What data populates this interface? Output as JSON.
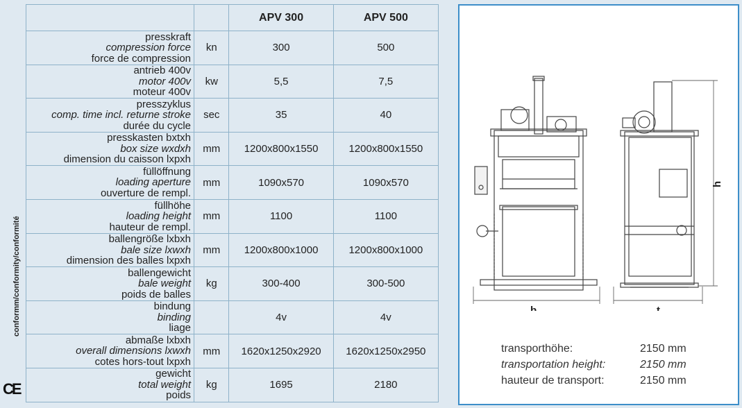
{
  "side": {
    "conformity_text": "conformm/conformity/conformité",
    "ce_mark": "CE"
  },
  "table": {
    "headers": [
      "",
      "",
      "APV 300",
      "APV 500"
    ],
    "rows": [
      {
        "de": "presskraft",
        "en": "compression force",
        "fr": "force de compression",
        "unit": "kn",
        "apv300": "300",
        "apv500": "500"
      },
      {
        "de": "antrieb 400v",
        "en": "motor 400v",
        "fr": "moteur 400v",
        "unit": "kw",
        "apv300": "5,5",
        "apv500": "7,5"
      },
      {
        "de": "presszyklus",
        "en": "comp. time incl. returne stroke",
        "fr": "durée du cycle",
        "unit": "sec",
        "apv300": "35",
        "apv500": "40"
      },
      {
        "de": "presskasten bxtxh",
        "en": "box size wxdxh",
        "fr": "dimension du caisson lxpxh",
        "unit": "mm",
        "apv300": "1200x800x1550",
        "apv500": "1200x800x1550"
      },
      {
        "de": "füllöffnung",
        "en": "loading aperture",
        "fr": "ouverture de rempl.",
        "unit": "mm",
        "apv300": "1090x570",
        "apv500": "1090x570"
      },
      {
        "de": "füllhöhe",
        "en": "loading height",
        "fr": "hauteur de rempl.",
        "unit": "mm",
        "apv300": "1100",
        "apv500": "1100"
      },
      {
        "de": "ballengröße lxbxh",
        "en": "bale size lxwxh",
        "fr": "dimension des balles lxpxh",
        "unit": "mm",
        "apv300": "1200x800x1000",
        "apv500": "1200x800x1000"
      },
      {
        "de": "ballengewicht",
        "en": "bale weight",
        "fr": "poids de balles",
        "unit": "kg",
        "apv300": "300-400",
        "apv500": "300-500"
      },
      {
        "de": "bindung",
        "en": "binding",
        "fr": "liage",
        "unit": "",
        "apv300": "4v",
        "apv500": "4v"
      },
      {
        "de": "abmaße lxbxh",
        "en": "overall dimensions lxwxh",
        "fr": "cotes hors-tout lxpxh",
        "unit": "mm",
        "apv300": "1620x1250x2920",
        "apv500": "1620x1250x2950"
      },
      {
        "de": "gewicht",
        "en": "total weight",
        "fr": "poids",
        "unit": "kg",
        "apv300": "1695",
        "apv500": "2180"
      }
    ]
  },
  "drawing": {
    "label_b": "b",
    "label_t": "t",
    "label_h": "h"
  },
  "transport": {
    "de_label": "transporthöhe:",
    "de_value": "2150 mm",
    "en_label": "transportation height:",
    "en_value": "2150 mm",
    "fr_label": "hauteur de transport:",
    "fr_value": "2150 mm"
  }
}
